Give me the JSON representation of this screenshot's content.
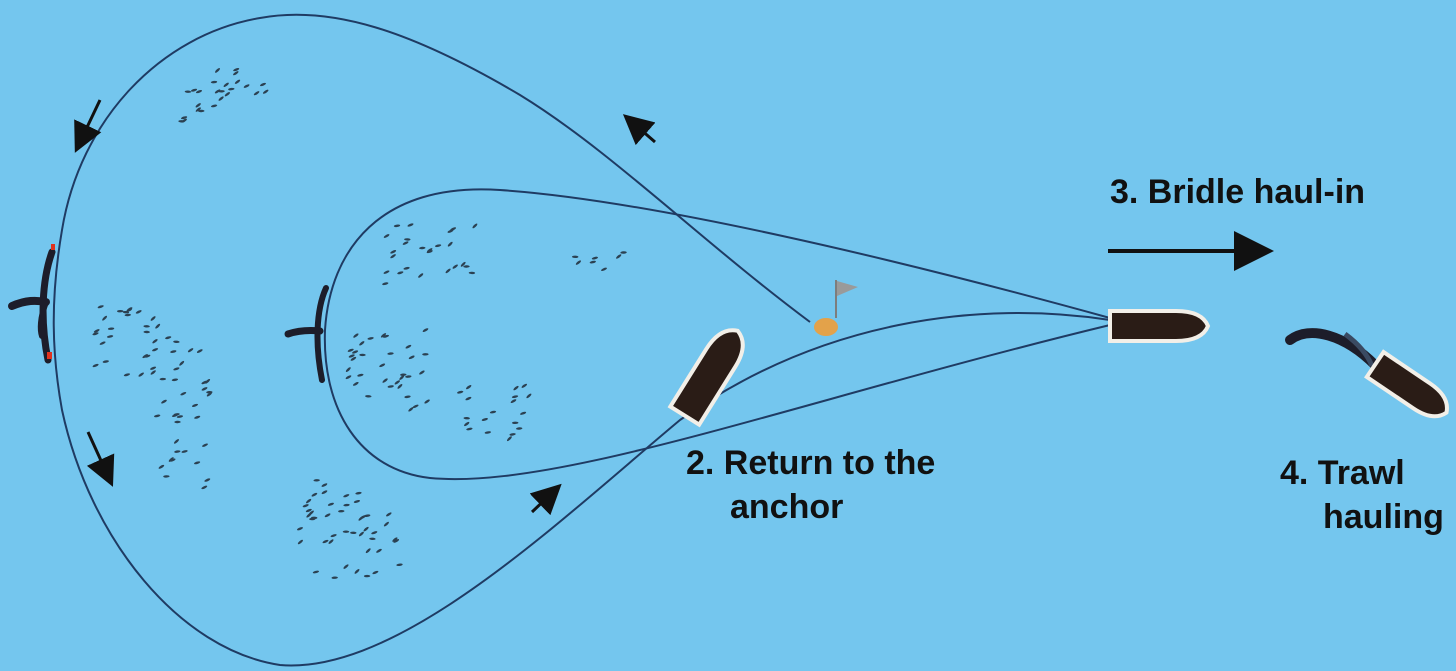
{
  "labels": {
    "step2_line1": "2. Return to the",
    "step2_line2": "anchor",
    "step3": "3. Bridle haul-in",
    "step4_line1": "4. Trawl",
    "step4_line2": "hauling"
  },
  "colors": {
    "water": "#74c6ee",
    "rope": "#1f3b63",
    "boat_hull": "#2a1c16",
    "boat_outline": "#f2efe8",
    "anchor_buoy": "#e3a24a",
    "flag": "#9a9a9a",
    "arrow": "#111111",
    "net": "#1d1d2a",
    "net_float": "#e0321e",
    "fish": "#2b4152"
  },
  "icons": [
    "boat-icon",
    "anchor-buoy-icon",
    "flag-icon",
    "net-icon",
    "fish-school-icon",
    "arrow-icon"
  ]
}
